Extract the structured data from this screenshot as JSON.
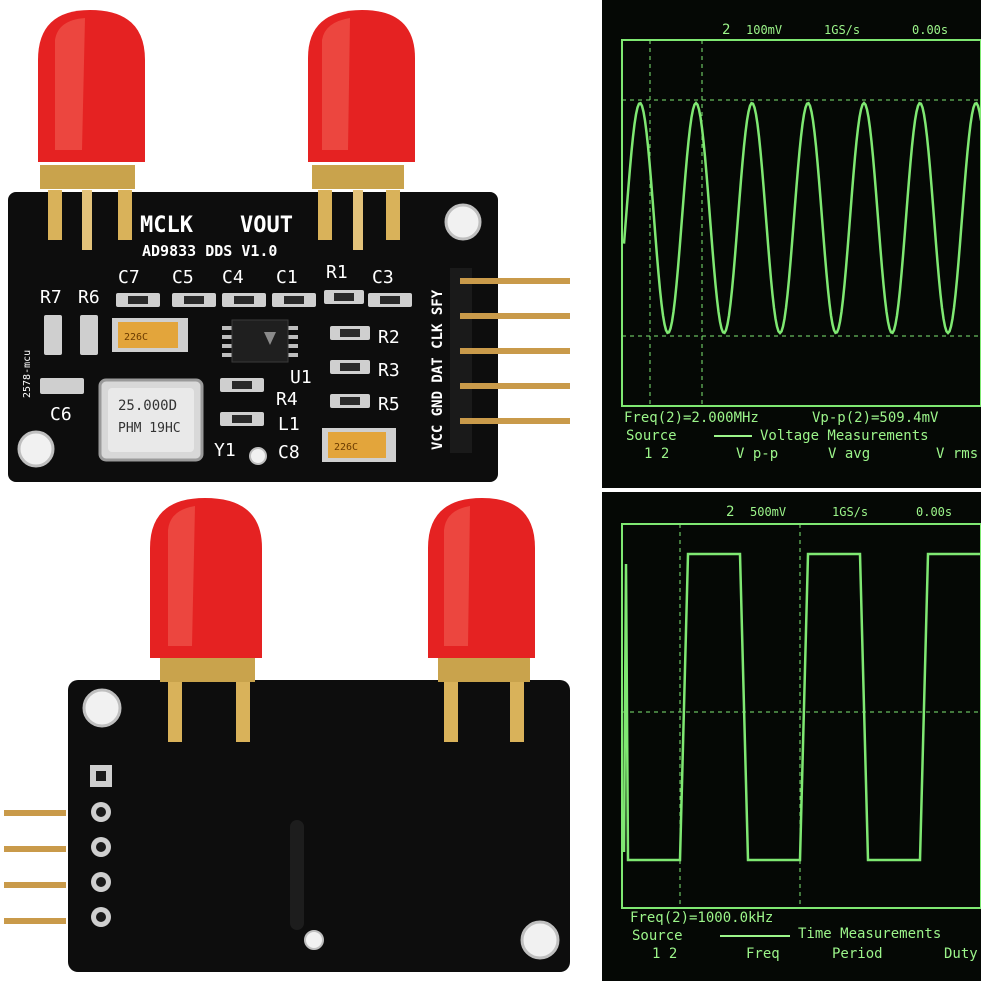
{
  "front_board": {
    "labels": {
      "mclk": "MCLK",
      "vout": "VOUT",
      "title": "AD9833 DDS V1.0",
      "c7": "C7",
      "c5": "C5",
      "c4": "C4",
      "c1": "C1",
      "r1": "R1",
      "c3": "C3",
      "r7": "R7",
      "r6": "R6",
      "r2": "R2",
      "r3": "R3",
      "r4": "R4",
      "r5": "R5",
      "u1": "U1",
      "l1": "L1",
      "c6": "C6",
      "y1": "Y1",
      "c8": "C8",
      "brand": "2578-mcu",
      "pins": "VCC GND DAT CLK SFY",
      "crystal_freq": "25.000D",
      "crystal_code": "PHM  19HC",
      "cap_code": "226C"
    }
  },
  "scope_sine": {
    "channel": "2",
    "volts_div": "100mV",
    "sample_rate": "1GS/s",
    "trigger_time": "0.00s",
    "freq_readout": "Freq(2)=2.000MHz",
    "vpp_readout": "Vp-p(2)=509.4mV",
    "source_label": "Source",
    "menu_title": "Voltage Measurements",
    "channels": "1 2",
    "menu_items": [
      "V p-p",
      "V avg",
      "V rms"
    ],
    "colors": {
      "trace": "#7fe872",
      "text": "#9cf58a",
      "bg": "#050805"
    }
  },
  "scope_square": {
    "channel": "2",
    "volts_div": "500mV",
    "sample_rate": "1GS/s",
    "trigger_time": "0.00s",
    "freq_readout": "Freq(2)=1000.0kHz",
    "source_label": "Source",
    "menu_title": "Time Measurements",
    "channels": "1 2",
    "menu_items": [
      "Freq",
      "Period",
      "Duty"
    ],
    "colors": {
      "trace": "#7fe872",
      "text": "#9cf58a",
      "bg": "#050805"
    }
  }
}
